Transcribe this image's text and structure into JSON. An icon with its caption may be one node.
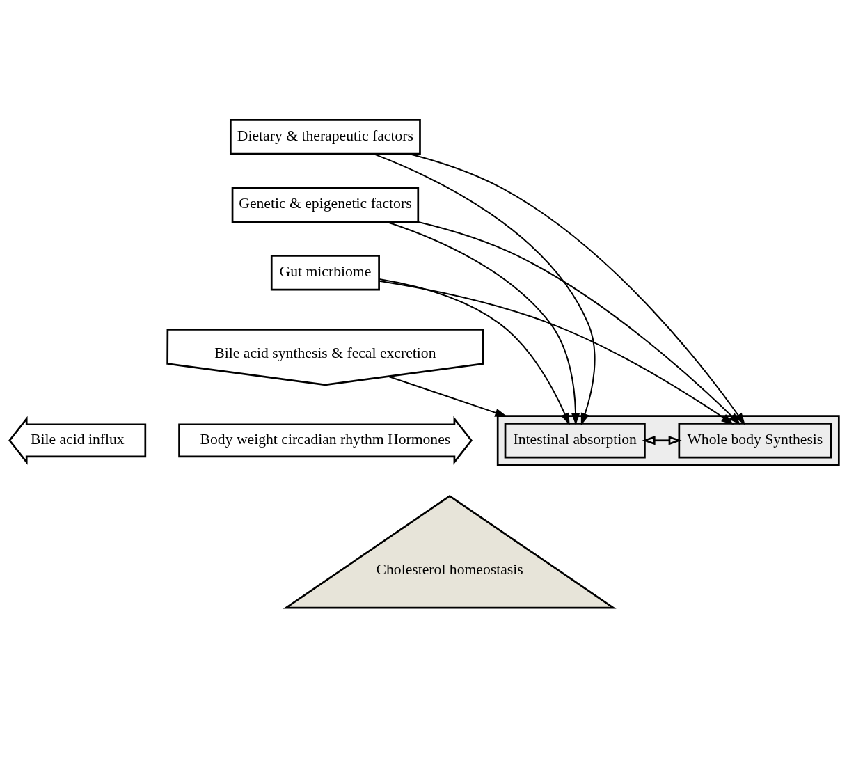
{
  "diagram": {
    "nodes": [
      {
        "text": [
          "Dietary & therapeutic factors"
        ]
      },
      {
        "text": [
          "Genetic & epigenetic factors"
        ]
      },
      {
        "text": [
          "Gut micrbiome"
        ]
      },
      {
        "text": [
          "Bile acid synthesis & fecal excretion"
        ]
      },
      {
        "text": [],
        "shape": "box"
      },
      {
        "text": [
          "Intestinal absorption"
        ],
        "in": 4
      },
      {
        "text": [
          "Whole body Synthesis"
        ],
        "in": 4
      },
      {
        "text": [
          "Bile acid influx"
        ]
      },
      {
        "text": [
          "Body weight circadian rhythm Hormones"
        ]
      },
      {
        "text": [
          "Cholesterol homeostasis"
        ]
      }
    ],
    "edges": [
      {
        "from": 0,
        "to": 5,
        "arrow": "to"
      },
      {
        "from": 1,
        "to": 5,
        "arrow": "to"
      },
      {
        "from": 2,
        "to": 5,
        "arrow": "to"
      },
      {
        "from": 0,
        "to": 6,
        "arrow": "to"
      },
      {
        "from": 1,
        "to": 6,
        "arrow": "to"
      },
      {
        "from": 2,
        "to": 6,
        "arrow": "to"
      },
      {
        "from": 3,
        "to": 4,
        "arrow": "to"
      },
      {
        "from": 5,
        "to": 6,
        "arrow": "both"
      }
    ]
  }
}
